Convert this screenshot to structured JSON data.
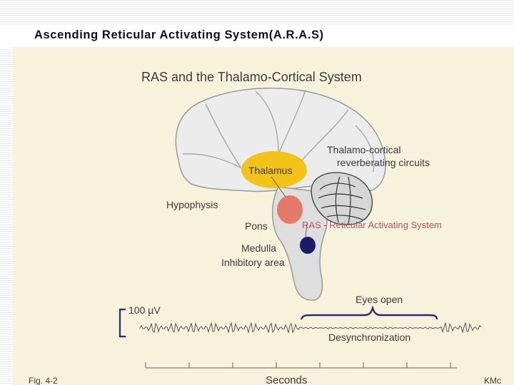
{
  "slide_title": "Ascending Reticular Activating System(A.R.A.S)",
  "figure": {
    "title": "RAS and the Thalamo-Cortical System",
    "labels": {
      "thalamus": "Thalamus",
      "circuits_line1": "Thalamo-cortical",
      "circuits_line2": "reverberating circuits",
      "hypophysis": "Hypophysis",
      "pons": "Pons",
      "ras": "RAS - Reticular Activating System",
      "medulla_line1": "Medulla",
      "medulla_line2": "Inhibitory area",
      "eeg_scale": "100 µV",
      "eyes_open": "Eyes open",
      "desync": "Desynchronization",
      "seconds": "Seconds",
      "fig_ref": "Fig. 4-2",
      "credit": "KMc"
    },
    "colors": {
      "panel_bg": "#f7f2dc",
      "thalamus": "#f2c418",
      "ras": "#e5796a",
      "medulla_area": "#1e1a66",
      "ras_label": "#c0506a",
      "bracket": "#2b2a7a"
    }
  }
}
